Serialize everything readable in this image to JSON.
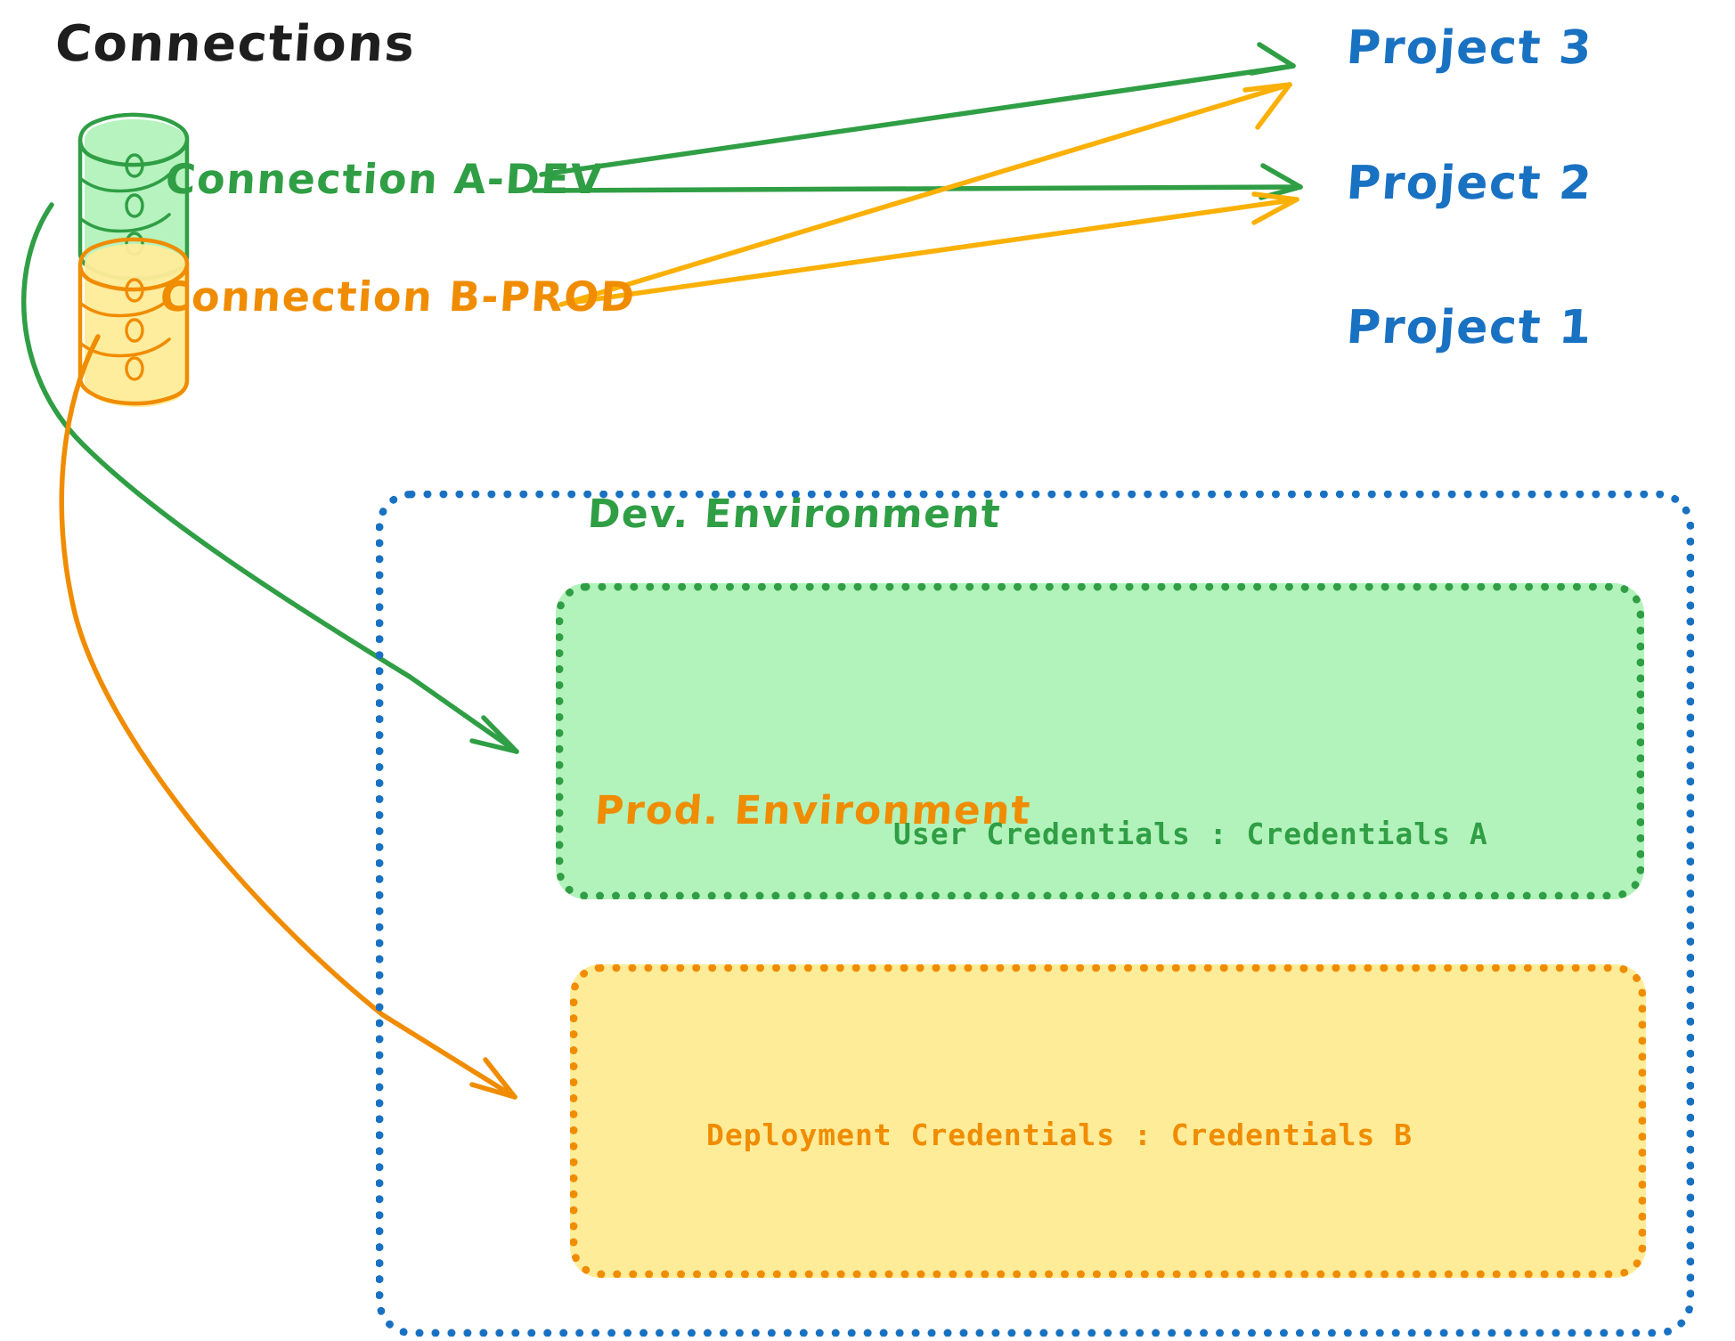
{
  "diagram": {
    "title": "Connections",
    "colors": {
      "green_stroke": "#2f9e44",
      "green_fill": "#b2f2bb",
      "orange_stroke": "#f08c00",
      "orange_fill": "#ffec99",
      "blue_stroke": "#1971c2",
      "black_text": "#1e1e1e",
      "background": "#ffffff"
    },
    "connections": [
      {
        "id": "connection-a-dev",
        "label": "Connection A-DEV",
        "color": "#2f9e44",
        "icon": "database-cylinder-icon",
        "targets": [
          "Project 3",
          "Project 2",
          "Dev. Environment"
        ]
      },
      {
        "id": "connection-b-prod",
        "label": "Connection B-PROD",
        "color": "#f08c00",
        "icon": "database-cylinder-icon",
        "targets": [
          "Project 3",
          "Project 2",
          "Prod. Environment"
        ]
      }
    ],
    "projects": [
      {
        "id": "project-3",
        "label": "Project 3"
      },
      {
        "id": "project-2",
        "label": "Project 2"
      },
      {
        "id": "project-1",
        "label": "Project 1"
      }
    ],
    "project_1_container": {
      "label": "Project 1",
      "environments": [
        {
          "id": "dev-environment",
          "label": "Dev. Environment",
          "credentials_label": "User Credentials : Credentials A",
          "color": "#2f9e44",
          "fill": "#b2f2bb"
        },
        {
          "id": "prod-environment",
          "label": "Prod. Environment",
          "credentials_label": "Deployment Credentials : Credentials B",
          "color": "#f08c00",
          "fill": "#ffec99"
        }
      ]
    }
  }
}
